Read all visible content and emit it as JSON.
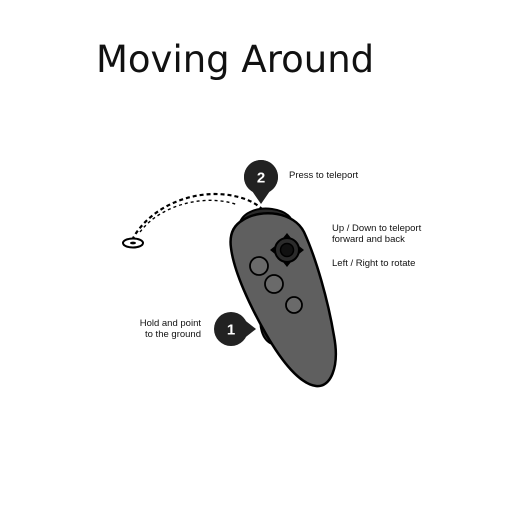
{
  "title": "Moving Around",
  "callouts": [
    {
      "number": "1",
      "text_line1": "Hold and point",
      "text_line2": "to the ground"
    },
    {
      "number": "2",
      "text": "Press to teleport"
    }
  ],
  "labels": {
    "up_down_line1": "Up / Down to teleport",
    "up_down_line2": "forward and back",
    "left_right": "Left / Right to rotate"
  },
  "colors": {
    "controller_body": "#5f5f5f",
    "controller_dark": "#2a2a2a",
    "badge": "#222222",
    "outline": "#000000"
  },
  "icons": [
    "controller-icon",
    "teleport-target-icon",
    "touchpad-icon"
  ]
}
